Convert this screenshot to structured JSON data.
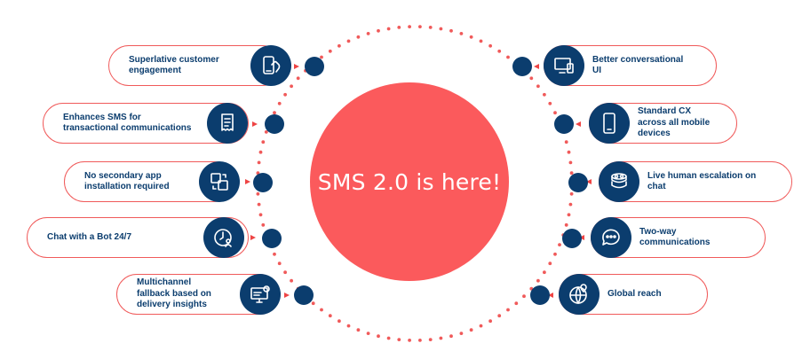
{
  "center": {
    "title": "SMS 2.0 is here!"
  },
  "colors": {
    "accent": "#fb5a5c",
    "navy": "#0b3d6e",
    "outline": "#f05a5a"
  },
  "features_left": [
    {
      "label": "Superlative  customer\nengagement",
      "icon": "phone-touch-icon"
    },
    {
      "label": "Enhances SMS for\ntransactional communications",
      "icon": "document-icon"
    },
    {
      "label": "No secondary app\ninstallation required",
      "icon": "app-transfer-icon"
    },
    {
      "label": "Chat with a Bot 24/7",
      "icon": "clock-user-icon"
    },
    {
      "label": "Multichannel\nfallback based on\ndelivery insights",
      "icon": "monitor-settings-icon"
    }
  ],
  "features_right": [
    {
      "label": "Better conversational\nUI",
      "icon": "devices-icon"
    },
    {
      "label": "Standard CX\nacross all mobile\ndevices",
      "icon": "smartphone-icon"
    },
    {
      "label": "Live human escalation on\nchat",
      "icon": "stacked-chat-icon"
    },
    {
      "label": "Two-way\ncommunications",
      "icon": "chat-bubble-icon"
    },
    {
      "label": "Global reach",
      "icon": "globe-pin-icon"
    }
  ]
}
